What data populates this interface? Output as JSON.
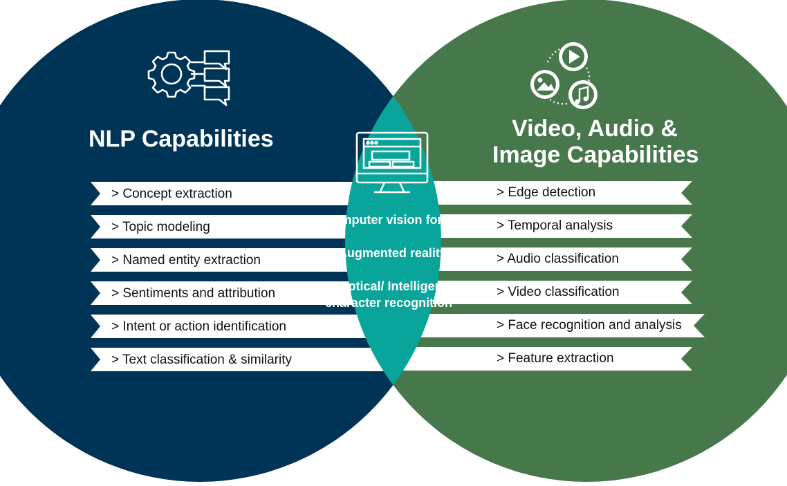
{
  "colors": {
    "left_circle": "#003457",
    "right_circle": "#46784b",
    "intersection": "#0aa59a",
    "ribbon": "#ffffff",
    "ribbon_text": "#111111"
  },
  "left": {
    "title": "NLP Capabilities",
    "icon": "gear-chat-icon",
    "items": [
      "> Concept extraction",
      "> Topic modeling",
      "> Named entity extraction",
      "> Sentiments and attribution",
      "> Intent or action identification",
      "> Text classification & similarity"
    ]
  },
  "right": {
    "title_line1": "Video, Audio &",
    "title_line2": "Image Capabilities",
    "icon": "media-cycle-icon",
    "items": [
      "> Edge detection",
      "> Temporal analysis",
      "> Audio classification",
      "> Video classification",
      "> Face recognition and analysis",
      "> Feature extraction"
    ]
  },
  "center": {
    "icon": "monitor-icon",
    "items": [
      "> Computer vision for text",
      "> Augmented reality",
      "> Optical/ Intelligent",
      "character recognition"
    ]
  }
}
